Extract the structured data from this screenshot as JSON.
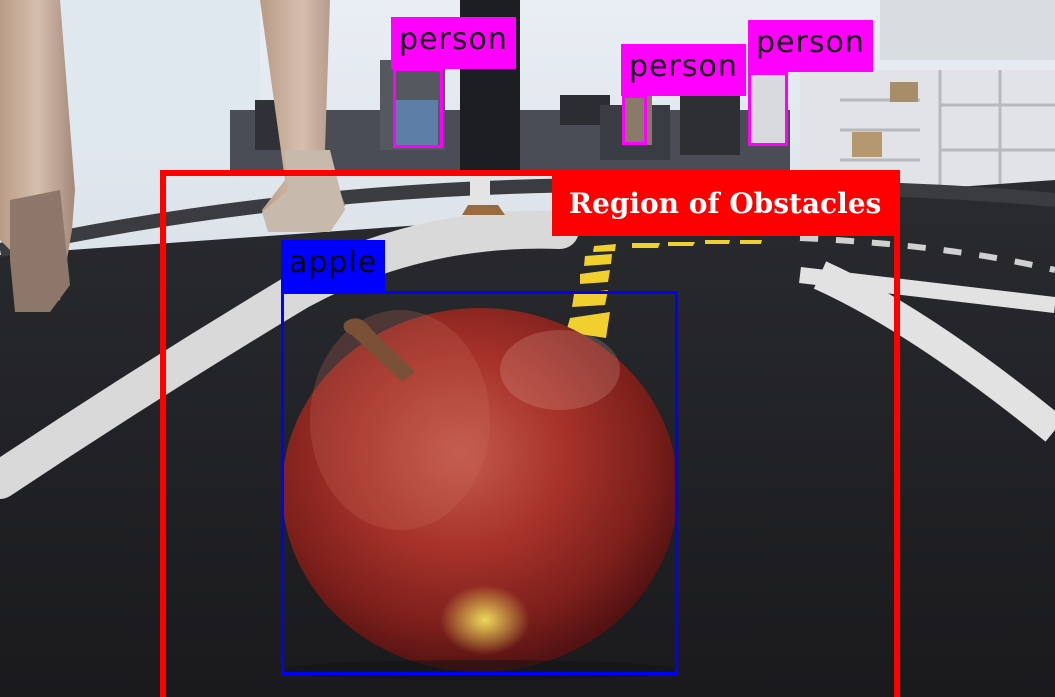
{
  "detections": {
    "person_label": "person",
    "apple_label": "apple",
    "region_label": "Region of Obstacles"
  },
  "colors": {
    "person": "#ff00ff",
    "apple": "#0000ff",
    "region": "#ff0000"
  }
}
